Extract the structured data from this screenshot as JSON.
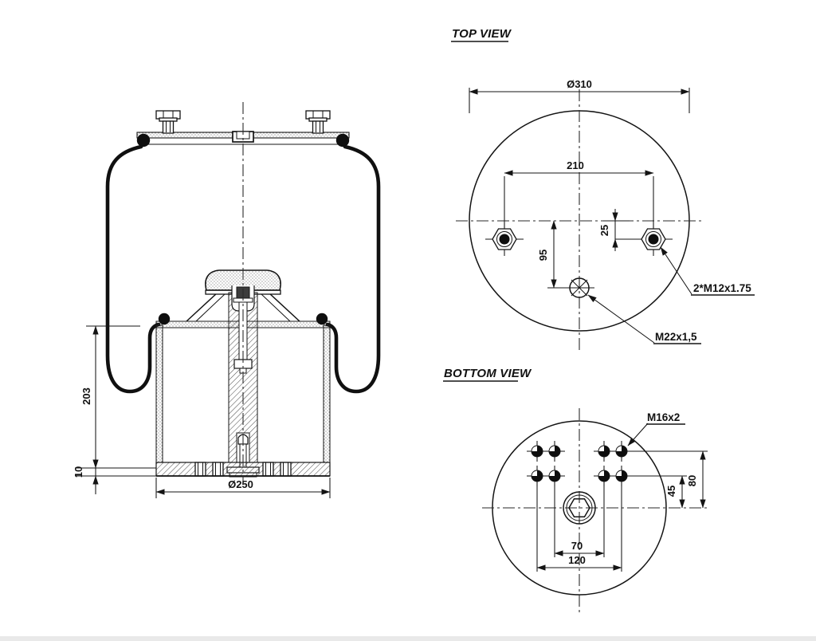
{
  "page": {
    "background": "#ffffff",
    "footer_bar_color": "#e9e9e9"
  },
  "drawing": {
    "line_color": "#141414",
    "titles": {
      "top": "TOP VIEW",
      "bottom": "BOTTOM VIEW"
    },
    "side_view": {
      "dim_height": "203",
      "dim_base_thickness": "10",
      "dim_piston_diameter": "Ø250"
    },
    "top_view": {
      "dim_plate_diameter": "Ø310",
      "dim_stud_spacing": "210",
      "dim_stud_offset": "25",
      "dim_inlet_offset": "95",
      "label_studs": "2*M12x1.75",
      "label_air_inlet": "M22x1,5"
    },
    "bottom_view": {
      "dim_outer_row_offset": "80",
      "dim_inner_row_offset": "45",
      "dim_inner_hole_spacing": "70",
      "dim_outer_hole_spacing": "120",
      "label_holes": "M16x2"
    }
  }
}
